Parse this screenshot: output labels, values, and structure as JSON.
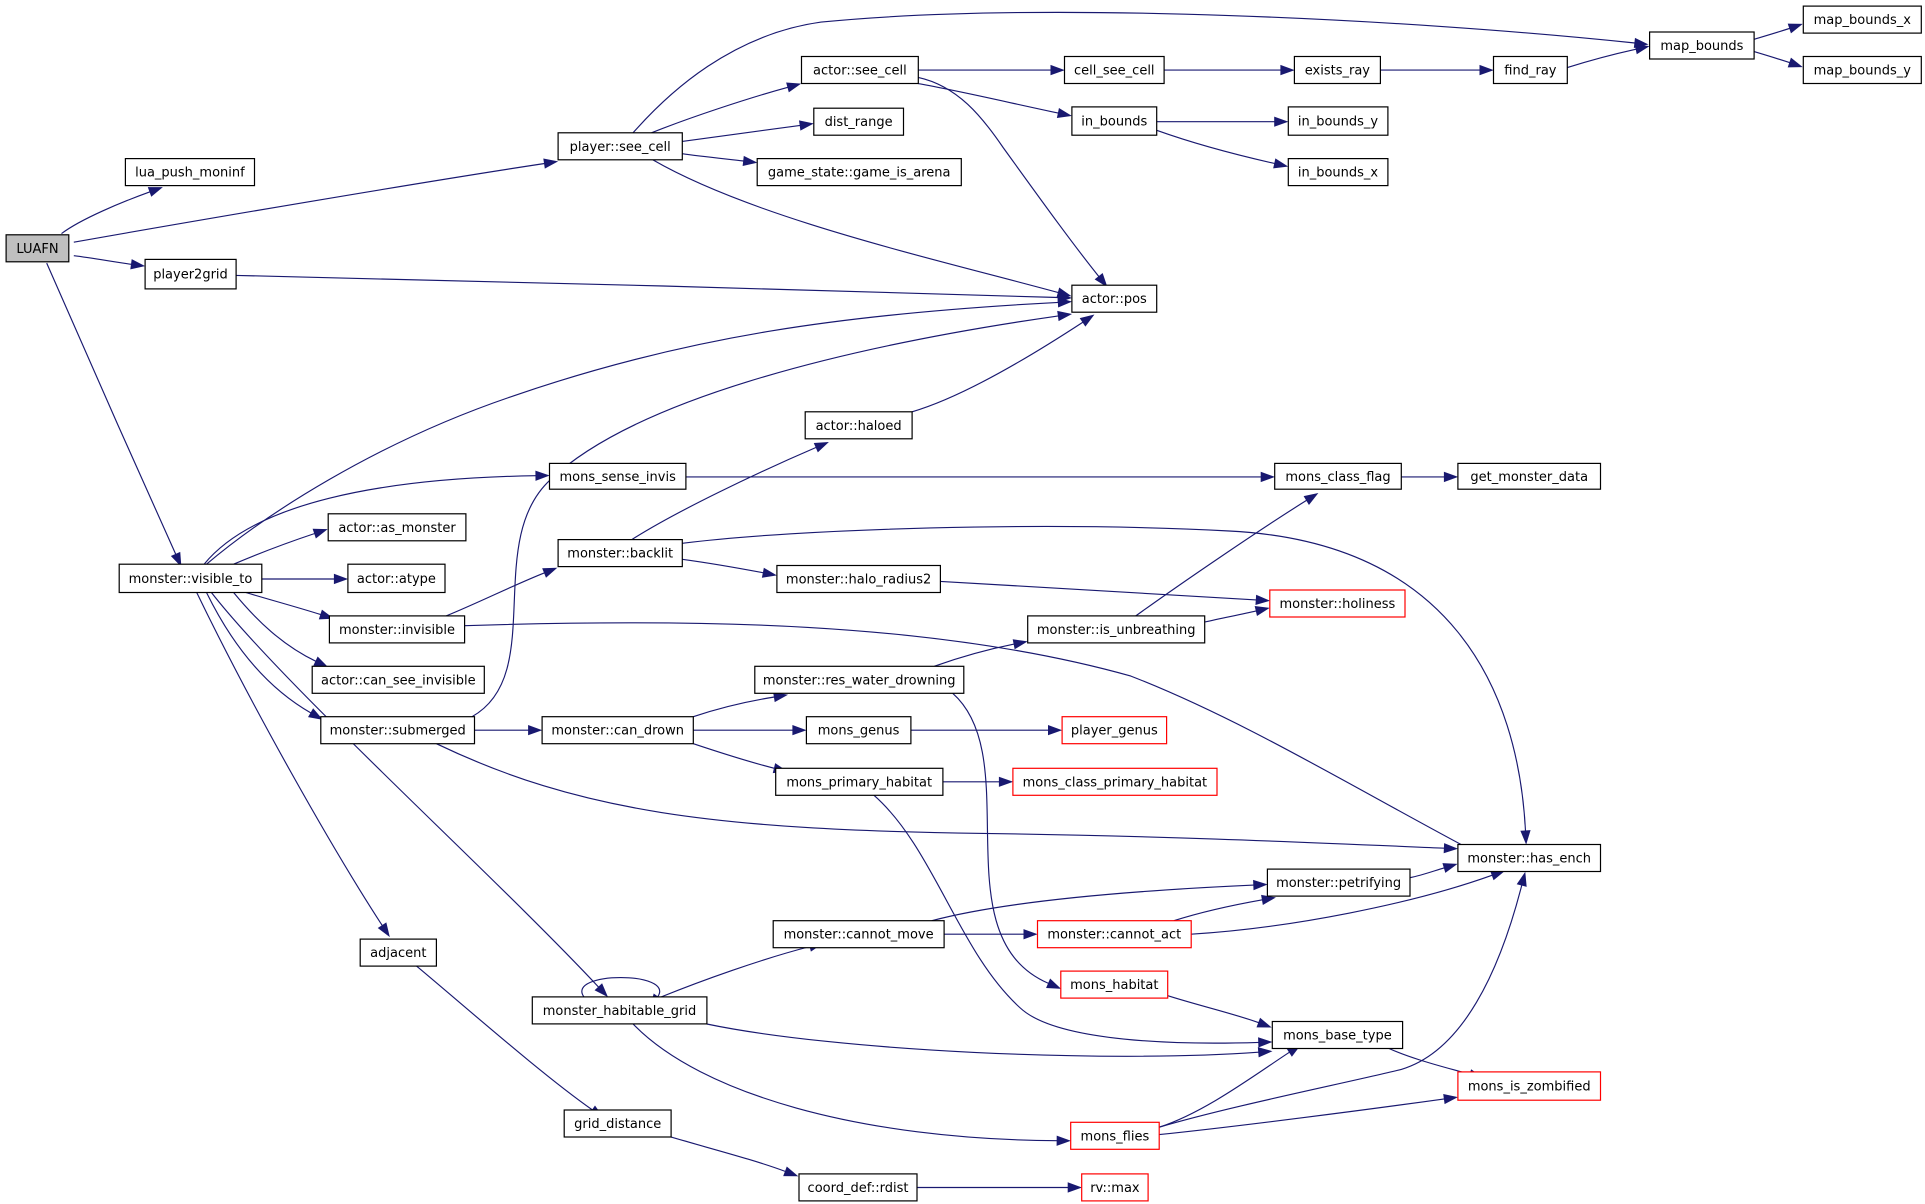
{
  "nodes": [
    {
      "id": "LUAFN",
      "label": "LUAFN",
      "style": "root"
    },
    {
      "id": "lua_push_moninf",
      "label": "lua_push_moninf"
    },
    {
      "id": "player_see_cell",
      "label": "player::see_cell"
    },
    {
      "id": "player2grid",
      "label": "player2grid"
    },
    {
      "id": "actor_see_cell",
      "label": "actor::see_cell"
    },
    {
      "id": "dist_range",
      "label": "dist_range"
    },
    {
      "id": "game_is_arena",
      "label": "game_state::game_is_arena"
    },
    {
      "id": "cell_see_cell",
      "label": "cell_see_cell"
    },
    {
      "id": "in_bounds",
      "label": "in_bounds"
    },
    {
      "id": "exists_ray",
      "label": "exists_ray"
    },
    {
      "id": "find_ray",
      "label": "find_ray"
    },
    {
      "id": "map_bounds",
      "label": "map_bounds"
    },
    {
      "id": "map_bounds_x",
      "label": "map_bounds_x"
    },
    {
      "id": "map_bounds_y",
      "label": "map_bounds_y"
    },
    {
      "id": "in_bounds_y",
      "label": "in_bounds_y"
    },
    {
      "id": "in_bounds_x",
      "label": "in_bounds_x"
    },
    {
      "id": "actor_pos",
      "label": "actor::pos"
    },
    {
      "id": "actor_haloed",
      "label": "actor::haloed"
    },
    {
      "id": "mons_sense_invis",
      "label": "mons_sense_invis"
    },
    {
      "id": "mons_class_flag",
      "label": "mons_class_flag"
    },
    {
      "id": "get_monster_data",
      "label": "get_monster_data"
    },
    {
      "id": "actor_as_monster",
      "label": "actor::as_monster"
    },
    {
      "id": "monster_backlit",
      "label": "monster::backlit"
    },
    {
      "id": "monster_visible_to",
      "label": "monster::visible_to"
    },
    {
      "id": "actor_atype",
      "label": "actor::atype"
    },
    {
      "id": "monster_halo_radius2",
      "label": "monster::halo_radius2"
    },
    {
      "id": "monster_holiness",
      "label": "monster::holiness",
      "style": "red"
    },
    {
      "id": "monster_invisible",
      "label": "monster::invisible"
    },
    {
      "id": "monster_is_unbreathing",
      "label": "monster::is_unbreathing"
    },
    {
      "id": "actor_can_see_invisible",
      "label": "actor::can_see_invisible"
    },
    {
      "id": "monster_res_water_drowning",
      "label": "monster::res_water_drowning"
    },
    {
      "id": "monster_submerged",
      "label": "monster::submerged"
    },
    {
      "id": "monster_can_drown",
      "label": "monster::can_drown"
    },
    {
      "id": "mons_genus",
      "label": "mons_genus"
    },
    {
      "id": "player_genus",
      "label": "player_genus",
      "style": "red"
    },
    {
      "id": "mons_primary_habitat",
      "label": "mons_primary_habitat"
    },
    {
      "id": "mons_class_primary_habitat",
      "label": "mons_class_primary_habitat",
      "style": "red"
    },
    {
      "id": "monster_has_ench",
      "label": "monster::has_ench"
    },
    {
      "id": "monster_petrifying",
      "label": "monster::petrifying"
    },
    {
      "id": "monster_cannot_move",
      "label": "monster::cannot_move"
    },
    {
      "id": "monster_cannot_act",
      "label": "monster::cannot_act",
      "style": "red"
    },
    {
      "id": "adjacent",
      "label": "adjacent"
    },
    {
      "id": "mons_habitat",
      "label": "mons_habitat",
      "style": "red"
    },
    {
      "id": "monster_habitable_grid",
      "label": "monster_habitable_grid"
    },
    {
      "id": "mons_base_type",
      "label": "mons_base_type"
    },
    {
      "id": "mons_is_zombified",
      "label": "mons_is_zombified",
      "style": "red"
    },
    {
      "id": "grid_distance",
      "label": "grid_distance"
    },
    {
      "id": "mons_flies",
      "label": "mons_flies",
      "style": "red"
    },
    {
      "id": "coord_def_rdist",
      "label": "coord_def::rdist"
    },
    {
      "id": "rv_max",
      "label": "rv::max",
      "style": "red"
    }
  ],
  "edges": [
    {
      "from": "LUAFN",
      "to": "lua_push_moninf"
    },
    {
      "from": "LUAFN",
      "to": "player_see_cell"
    },
    {
      "from": "LUAFN",
      "to": "player2grid"
    },
    {
      "from": "LUAFN",
      "to": "monster_visible_to"
    },
    {
      "from": "player_see_cell",
      "to": "actor_see_cell"
    },
    {
      "from": "player_see_cell",
      "to": "dist_range"
    },
    {
      "from": "player_see_cell",
      "to": "game_is_arena"
    },
    {
      "from": "player_see_cell",
      "to": "map_bounds"
    },
    {
      "from": "player_see_cell",
      "to": "actor_pos"
    },
    {
      "from": "actor_see_cell",
      "to": "cell_see_cell"
    },
    {
      "from": "actor_see_cell",
      "to": "in_bounds"
    },
    {
      "from": "actor_see_cell",
      "to": "actor_pos"
    },
    {
      "from": "cell_see_cell",
      "to": "exists_ray"
    },
    {
      "from": "exists_ray",
      "to": "find_ray"
    },
    {
      "from": "find_ray",
      "to": "map_bounds"
    },
    {
      "from": "map_bounds",
      "to": "map_bounds_x"
    },
    {
      "from": "map_bounds",
      "to": "map_bounds_y"
    },
    {
      "from": "in_bounds",
      "to": "in_bounds_y"
    },
    {
      "from": "in_bounds",
      "to": "in_bounds_x"
    },
    {
      "from": "player2grid",
      "to": "actor_pos"
    },
    {
      "from": "actor_haloed",
      "to": "actor_pos"
    },
    {
      "from": "mons_sense_invis",
      "to": "mons_class_flag"
    },
    {
      "from": "mons_class_flag",
      "to": "get_monster_data"
    },
    {
      "from": "monster_visible_to",
      "to": "actor_pos"
    },
    {
      "from": "monster_visible_to",
      "to": "mons_sense_invis"
    },
    {
      "from": "monster_visible_to",
      "to": "actor_as_monster"
    },
    {
      "from": "monster_visible_to",
      "to": "actor_atype"
    },
    {
      "from": "monster_visible_to",
      "to": "monster_invisible"
    },
    {
      "from": "monster_visible_to",
      "to": "actor_can_see_invisible"
    },
    {
      "from": "monster_visible_to",
      "to": "monster_submerged"
    },
    {
      "from": "monster_visible_to",
      "to": "adjacent"
    },
    {
      "from": "monster_visible_to",
      "to": "monster_habitable_grid"
    },
    {
      "from": "monster_backlit",
      "to": "actor_haloed"
    },
    {
      "from": "monster_backlit",
      "to": "monster_halo_radius2"
    },
    {
      "from": "monster_backlit",
      "to": "monster_has_ench"
    },
    {
      "from": "monster_halo_radius2",
      "to": "monster_holiness"
    },
    {
      "from": "monster_invisible",
      "to": "monster_backlit"
    },
    {
      "from": "monster_invisible",
      "to": "monster_has_ench"
    },
    {
      "from": "monster_is_unbreathing",
      "to": "mons_class_flag"
    },
    {
      "from": "monster_is_unbreathing",
      "to": "monster_holiness"
    },
    {
      "from": "monster_res_water_drowning",
      "to": "monster_is_unbreathing"
    },
    {
      "from": "monster_res_water_drowning",
      "to": "mons_habitat"
    },
    {
      "from": "monster_submerged",
      "to": "actor_pos"
    },
    {
      "from": "monster_submerged",
      "to": "monster_can_drown"
    },
    {
      "from": "monster_submerged",
      "to": "monster_has_ench"
    },
    {
      "from": "monster_can_drown",
      "to": "monster_res_water_drowning"
    },
    {
      "from": "monster_can_drown",
      "to": "mons_genus"
    },
    {
      "from": "monster_can_drown",
      "to": "mons_primary_habitat"
    },
    {
      "from": "mons_genus",
      "to": "player_genus"
    },
    {
      "from": "mons_primary_habitat",
      "to": "mons_class_primary_habitat"
    },
    {
      "from": "mons_primary_habitat",
      "to": "mons_base_type"
    },
    {
      "from": "monster_petrifying",
      "to": "monster_has_ench"
    },
    {
      "from": "monster_cannot_move",
      "to": "monster_petrifying"
    },
    {
      "from": "monster_cannot_move",
      "to": "monster_cannot_act"
    },
    {
      "from": "monster_cannot_act",
      "to": "monster_petrifying"
    },
    {
      "from": "monster_cannot_act",
      "to": "monster_has_ench"
    },
    {
      "from": "adjacent",
      "to": "grid_distance"
    },
    {
      "from": "mons_habitat",
      "to": "mons_base_type"
    },
    {
      "from": "monster_habitable_grid",
      "to": "monster_habitable_grid"
    },
    {
      "from": "monster_habitable_grid",
      "to": "monster_cannot_move"
    },
    {
      "from": "monster_habitable_grid",
      "to": "mons_base_type"
    },
    {
      "from": "monster_habitable_grid",
      "to": "mons_flies"
    },
    {
      "from": "mons_base_type",
      "to": "mons_is_zombified"
    },
    {
      "from": "mons_flies",
      "to": "mons_base_type"
    },
    {
      "from": "mons_flies",
      "to": "mons_is_zombified"
    },
    {
      "from": "mons_flies",
      "to": "monster_has_ench"
    },
    {
      "from": "grid_distance",
      "to": "coord_def_rdist"
    },
    {
      "from": "coord_def_rdist",
      "to": "rv_max"
    }
  ],
  "colors": {
    "edge": "#191970",
    "node_border": "#000000",
    "external_node_border": "#ff0000",
    "root_fill": "#bfbfbf"
  }
}
